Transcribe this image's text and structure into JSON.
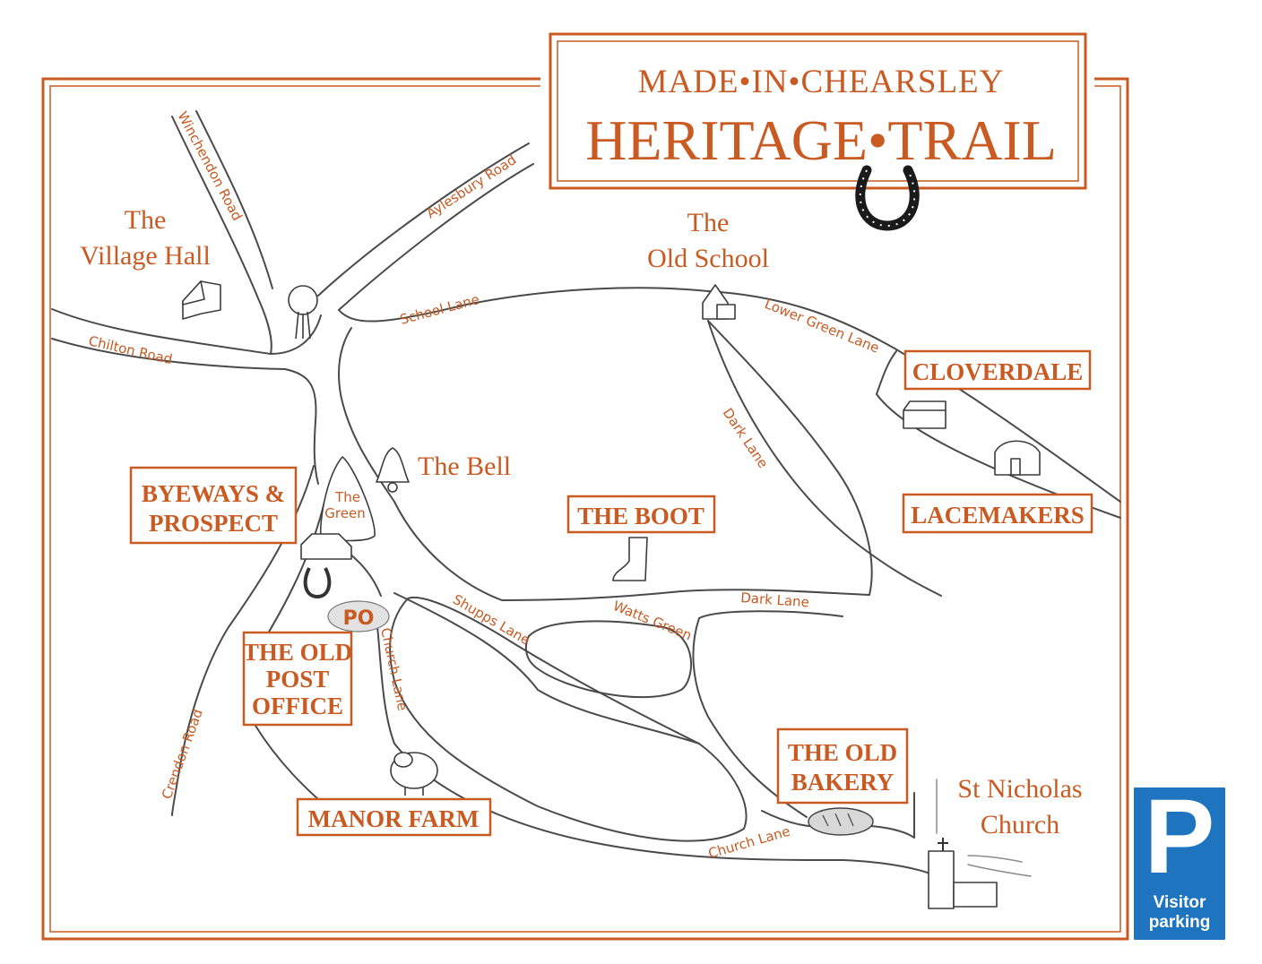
{
  "title": {
    "line1": "MADE•IN•CHEARSLEY",
    "line2": "HERITAGE•TRAIL",
    "logo_icon": "horseshoe-icon"
  },
  "roads": {
    "winchendon": "Winchendon Road",
    "aylesbury": "Aylesbury Road",
    "chilton": "Chilton Road",
    "school_lane": "School Lane",
    "lower_green": "Lower Green Lane",
    "dark_lane_1": "Dark Lane",
    "dark_lane_2": "Dark Lane",
    "shupps": "Shupps Lane",
    "watts": "Watts Green",
    "church_lane_1": "Church Lane",
    "church_lane_2": "Church Lane",
    "crendon": "Crendon Road"
  },
  "places": {
    "village_hall_1": "The",
    "village_hall_2": "Village Hall",
    "old_school_1": "The",
    "old_school_2": "Old School",
    "bell": "The Bell",
    "green_1": "The",
    "green_2": "Green",
    "po": "PO",
    "church_1": "St Nicholas",
    "church_2": "Church"
  },
  "trail_stops": {
    "cloverdale": "CLOVERDALE",
    "lacemakers": "LACEMAKERS",
    "byeways_1": "BYEWAYS &",
    "byeways_2": "PROSPECT",
    "boot": "THE BOOT",
    "old_po_1": "THE OLD",
    "old_po_2": "POST",
    "old_po_3": "OFFICE",
    "old_bakery_1": "THE OLD",
    "old_bakery_2": "BAKERY",
    "manor_farm": "MANOR FARM"
  },
  "parking": {
    "letter": "P",
    "line1": "Visitor",
    "line2": "parking"
  },
  "colors": {
    "accent": "#c85a22",
    "parking_blue": "#1f74bf",
    "road": "#4a4a4a"
  }
}
